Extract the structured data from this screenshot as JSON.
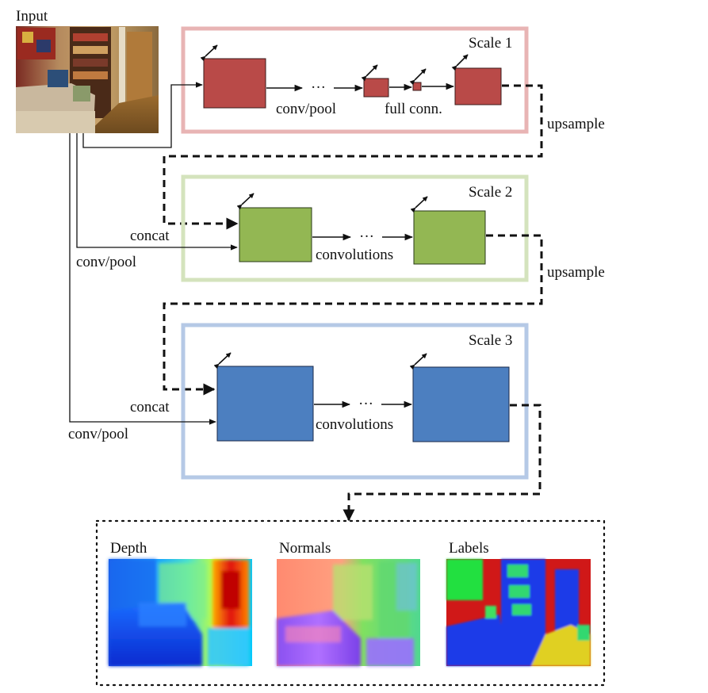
{
  "input": {
    "label": "Input"
  },
  "scales": [
    {
      "title": "Scale 1",
      "color": "#b94a48",
      "border": "#e8b4b4"
    },
    {
      "title": "Scale 2",
      "color": "#93b753",
      "border": "#d4e3bd"
    },
    {
      "title": "Scale 3",
      "color": "#4c7fc0",
      "border": "#b5c9e6"
    }
  ],
  "labels": {
    "conv_pool": "conv/pool",
    "full_conn": "full conn.",
    "ellipsis": "···",
    "upsample": "upsample",
    "concat": "concat",
    "convolutions": "convolutions"
  },
  "outputs": [
    {
      "title": "Depth"
    },
    {
      "title": "Normals"
    },
    {
      "title": "Labels"
    }
  ]
}
